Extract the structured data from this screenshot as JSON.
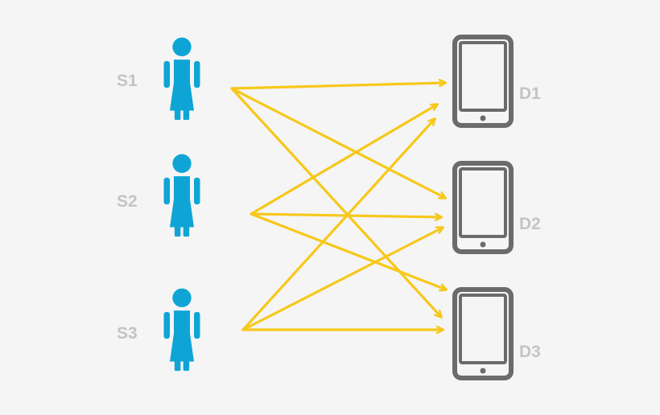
{
  "colors": {
    "background": "#f5f5f5",
    "person": "#0ea5d6",
    "device": "#6b6b6b",
    "arrow": "#f7c81a",
    "label": "#c4c4c4"
  },
  "sources": [
    {
      "label": "S1",
      "icon": "person-icon"
    },
    {
      "label": "S2",
      "icon": "person-icon"
    },
    {
      "label": "S3",
      "icon": "person-icon"
    }
  ],
  "destinations": [
    {
      "label": "D1",
      "icon": "tablet-icon"
    },
    {
      "label": "D2",
      "icon": "tablet-icon"
    },
    {
      "label": "D3",
      "icon": "tablet-icon"
    }
  ],
  "edges": [
    {
      "from": "S1",
      "to": "D1"
    },
    {
      "from": "S1",
      "to": "D2"
    },
    {
      "from": "S1",
      "to": "D3"
    },
    {
      "from": "S2",
      "to": "D1"
    },
    {
      "from": "S2",
      "to": "D2"
    },
    {
      "from": "S2",
      "to": "D3"
    },
    {
      "from": "S3",
      "to": "D1"
    },
    {
      "from": "S3",
      "to": "D2"
    },
    {
      "from": "S3",
      "to": "D3"
    }
  ]
}
